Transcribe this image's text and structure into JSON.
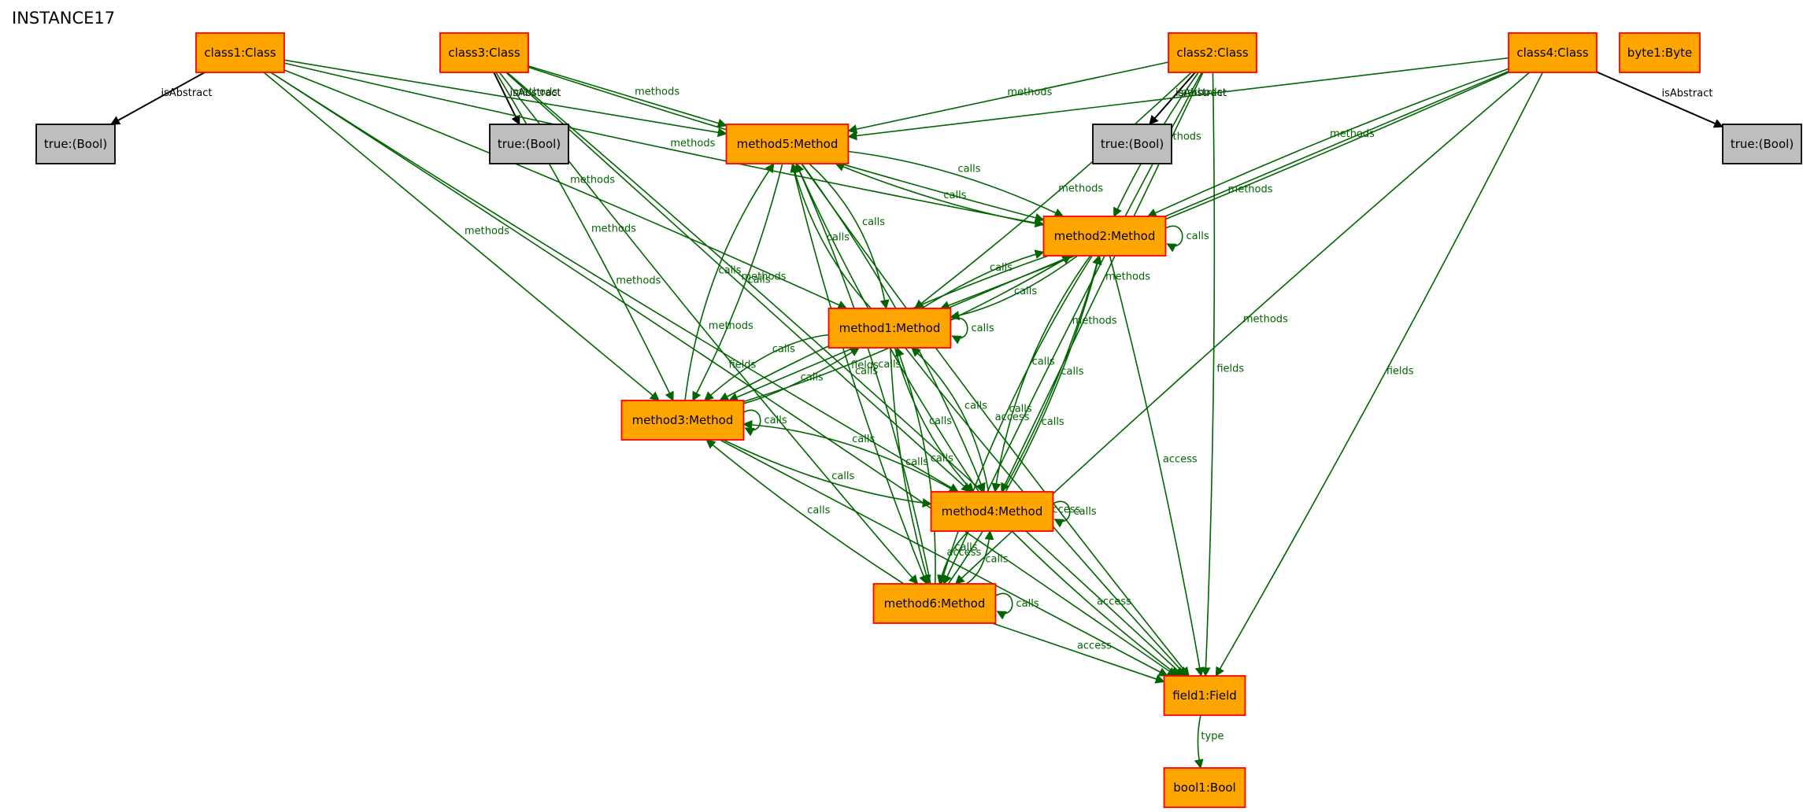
{
  "diagram": {
    "title": "INSTANCE17",
    "colors": {
      "class_fill": "#ffa500",
      "class_border": "#ff0000",
      "bool_fill": "#bebebe",
      "bool_border": "#000000",
      "edge": "#006400",
      "edge_black": "#000000"
    },
    "nodes": [
      {
        "id": "class1",
        "label": "class1:Class",
        "style": "orange"
      },
      {
        "id": "class3",
        "label": "class3:Class",
        "style": "orange"
      },
      {
        "id": "class2",
        "label": "class2:Class",
        "style": "orange"
      },
      {
        "id": "class4",
        "label": "class4:Class",
        "style": "orange"
      },
      {
        "id": "byte1",
        "label": "byte1:Byte",
        "style": "orange"
      },
      {
        "id": "true1",
        "label": "true:(Bool)",
        "style": "gray"
      },
      {
        "id": "true3",
        "label": "true:(Bool)",
        "style": "gray"
      },
      {
        "id": "true2",
        "label": "true:(Bool)",
        "style": "gray"
      },
      {
        "id": "true4",
        "label": "true:(Bool)",
        "style": "gray"
      },
      {
        "id": "method5",
        "label": "method5:Method",
        "style": "orange"
      },
      {
        "id": "method2",
        "label": "method2:Method",
        "style": "orange"
      },
      {
        "id": "method1",
        "label": "method1:Method",
        "style": "orange"
      },
      {
        "id": "method3",
        "label": "method3:Method",
        "style": "orange"
      },
      {
        "id": "method4",
        "label": "method4:Method",
        "style": "orange"
      },
      {
        "id": "method6",
        "label": "method6:Method",
        "style": "orange"
      },
      {
        "id": "field1",
        "label": "field1:Field",
        "style": "orange"
      },
      {
        "id": "bool1",
        "label": "bool1:Bool",
        "style": "orange"
      }
    ],
    "edges": [
      {
        "from": "class1",
        "to": "true1",
        "label": "isAbstract",
        "color": "black"
      },
      {
        "from": "class3",
        "to": "true3",
        "label": "isAbstract",
        "color": "black"
      },
      {
        "from": "class2",
        "to": "true2",
        "label": "isAbstract",
        "color": "black"
      },
      {
        "from": "class4",
        "to": "true4",
        "label": "isAbstract",
        "color": "black"
      },
      {
        "from": "class1",
        "to": "method5",
        "label": "methods"
      },
      {
        "from": "class1",
        "to": "method2",
        "label": "methods"
      },
      {
        "from": "class1",
        "to": "method1",
        "label": "methods"
      },
      {
        "from": "class1",
        "to": "method3",
        "label": "methods"
      },
      {
        "from": "class1",
        "to": "method4",
        "label": "methods"
      },
      {
        "from": "class1",
        "to": "field1",
        "label": "fields"
      },
      {
        "from": "class3",
        "to": "method5",
        "label": "methods"
      },
      {
        "from": "class3",
        "to": "method2",
        "label": "methods"
      },
      {
        "from": "class3",
        "to": "method3",
        "label": "methods"
      },
      {
        "from": "class3",
        "to": "method4",
        "label": "methods"
      },
      {
        "from": "class3",
        "to": "method6",
        "label": "methods"
      },
      {
        "from": "class3",
        "to": "field1",
        "label": "fields"
      },
      {
        "from": "class2",
        "to": "method5",
        "label": "methods"
      },
      {
        "from": "class2",
        "to": "method2",
        "label": "methods"
      },
      {
        "from": "class2",
        "to": "method1",
        "label": "methods"
      },
      {
        "from": "class2",
        "to": "method4",
        "label": "methods"
      },
      {
        "from": "class2",
        "to": "method6",
        "label": "methods"
      },
      {
        "from": "class2",
        "to": "field1",
        "label": "fields"
      },
      {
        "from": "class4",
        "to": "method5",
        "label": "methods"
      },
      {
        "from": "class4",
        "to": "method2",
        "label": "methods"
      },
      {
        "from": "class4",
        "to": "method1",
        "label": "methods"
      },
      {
        "from": "class4",
        "to": "method3",
        "label": "methods"
      },
      {
        "from": "class4",
        "to": "method6",
        "label": "methods"
      },
      {
        "from": "class4",
        "to": "field1",
        "label": "fields"
      },
      {
        "from": "method5",
        "to": "method2",
        "label": "calls"
      },
      {
        "from": "method2",
        "to": "method5",
        "label": "calls"
      },
      {
        "from": "method5",
        "to": "method1",
        "label": "calls"
      },
      {
        "from": "method1",
        "to": "method5",
        "label": "calls"
      },
      {
        "from": "method5",
        "to": "method3",
        "label": "calls"
      },
      {
        "from": "method3",
        "to": "method5",
        "label": "calls"
      },
      {
        "from": "method5",
        "to": "method4",
        "label": "calls"
      },
      {
        "from": "method4",
        "to": "method5",
        "label": "calls"
      },
      {
        "from": "method5",
        "to": "method6",
        "label": "calls"
      },
      {
        "from": "method6",
        "to": "method5",
        "label": "calls"
      },
      {
        "from": "method5",
        "to": "field1",
        "label": "access"
      },
      {
        "from": "method2",
        "to": "method2",
        "label": "calls"
      },
      {
        "from": "method2",
        "to": "method1",
        "label": "calls"
      },
      {
        "from": "method1",
        "to": "method2",
        "label": "calls"
      },
      {
        "from": "method2",
        "to": "method3",
        "label": "calls"
      },
      {
        "from": "method3",
        "to": "method2",
        "label": "calls"
      },
      {
        "from": "method2",
        "to": "method4",
        "label": "calls"
      },
      {
        "from": "method4",
        "to": "method2",
        "label": "calls"
      },
      {
        "from": "method2",
        "to": "method6",
        "label": "calls"
      },
      {
        "from": "method6",
        "to": "method2",
        "label": "calls"
      },
      {
        "from": "method2",
        "to": "field1",
        "label": "access"
      },
      {
        "from": "method1",
        "to": "method1",
        "label": "calls"
      },
      {
        "from": "method1",
        "to": "method3",
        "label": "calls"
      },
      {
        "from": "method3",
        "to": "method1",
        "label": "calls"
      },
      {
        "from": "method1",
        "to": "method4",
        "label": "calls"
      },
      {
        "from": "method4",
        "to": "method1",
        "label": "calls"
      },
      {
        "from": "method1",
        "to": "method6",
        "label": "calls"
      },
      {
        "from": "method6",
        "to": "method1",
        "label": "calls"
      },
      {
        "from": "method1",
        "to": "field1",
        "label": "access"
      },
      {
        "from": "method3",
        "to": "method3",
        "label": "calls"
      },
      {
        "from": "method3",
        "to": "method4",
        "label": "calls"
      },
      {
        "from": "method4",
        "to": "method3",
        "label": "calls"
      },
      {
        "from": "method6",
        "to": "method3",
        "label": "calls"
      },
      {
        "from": "method3",
        "to": "field1",
        "label": "access"
      },
      {
        "from": "method4",
        "to": "method4",
        "label": "calls"
      },
      {
        "from": "method4",
        "to": "method6",
        "label": "calls"
      },
      {
        "from": "method6",
        "to": "method4",
        "label": "calls"
      },
      {
        "from": "method4",
        "to": "field1",
        "label": "access"
      },
      {
        "from": "method6",
        "to": "method6",
        "label": "calls"
      },
      {
        "from": "method6",
        "to": "field1",
        "label": "access"
      },
      {
        "from": "field1",
        "to": "bool1",
        "label": "type"
      }
    ]
  }
}
